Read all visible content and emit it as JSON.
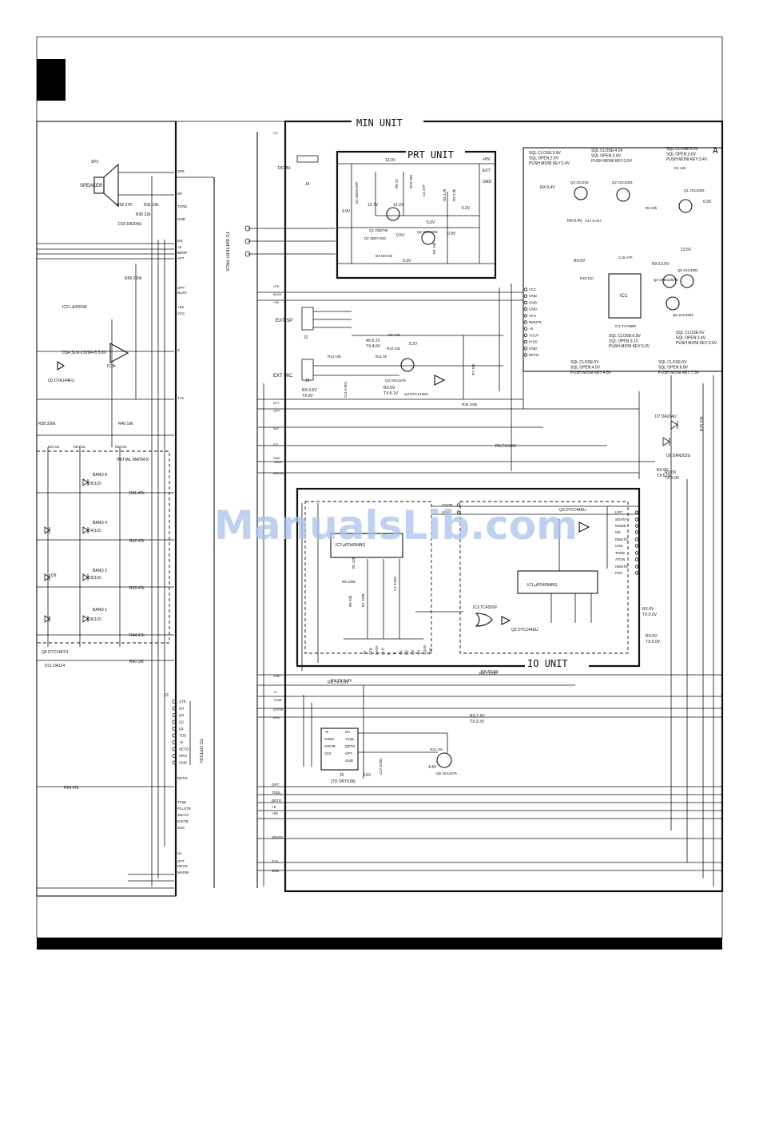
{
  "watermark": "ManualsLib.com",
  "units": {
    "main": "MIN UNIT",
    "prt": "PRT UNIT",
    "io": "IO UNIT",
    "a_mark": "A"
  },
  "left_panel": {
    "speaker": {
      "ref": "SP1",
      "label": "SPEAKER"
    },
    "resistors": [
      "R32 27K",
      "R31 15k",
      "R30 22k",
      "R59 220k",
      "R41 47k",
      "R42 47k",
      "R43 47k",
      "R44 47k",
      "R60 1M",
      "R64 47k",
      "R38 330k",
      "R40 10k"
    ],
    "diodes": [
      "D15 DA204U",
      "DS4 SLM-23VM4-5 5.0V",
      "D11 DA114",
      "D9"
    ],
    "ics": [
      "IC2 LA4391M",
      "IC2b",
      "Q2 DTA144EU",
      "Q5 DTC144TU"
    ],
    "keys": [
      "KEYS1",
      "KEYS2",
      "KEYS3"
    ],
    "matrix": {
      "title": "INITIAL MATRIX",
      "bands": [
        "BAND 8",
        "BAND 4",
        "BAND 2",
        "BAND 1"
      ],
      "diodes": [
        "D5(1/2)",
        "D4(1/2)",
        "D3(1/2)",
        "D6(1/2)"
      ]
    }
  },
  "left_connector_pins": [
    "SPE",
    "SP",
    "TONE",
    "GND",
    "MX",
    "+5",
    "BEMF",
    "AFT",
    "OPT",
    "BUSY",
    "+5S",
    "VCC",
    "S",
    "T+5",
    "DETO",
    "TSQL",
    "PLLSTB",
    "SDATA",
    "IOSTB",
    "SCK",
    "UL",
    "OFT",
    "MFCE",
    "MADIN"
  ],
  "option_connector": {
    "ref": "J1",
    "label": "TO OPTION",
    "pins": [
      "STD",
      "Q4",
      "Q3",
      "Q2",
      "Q1",
      "TOE",
      "+5",
      "DETO",
      "OPO",
      "GND"
    ]
  },
  "prt_unit": {
    "dc_in": "DC IN",
    "jack": "J4",
    "voltages": [
      "13.0V",
      "12.7V",
      "12.2V",
      "9.9V",
      "5.0V",
      "5.2V",
      "0.9V",
      "0.5V",
      "0.3V"
    ],
    "parts": [
      "D1 SB10-03P",
      "Q1 2SB798",
      "D2 SB07-03C",
      "Q2 2SC4081",
      "D3 MA720",
      "R9 27",
      "R10 330",
      "C2 47P",
      "R5 4.7k",
      "R8 2.2k",
      "R1 10k"
    ],
    "pins": [
      "+HV",
      "EXT",
      "GND"
    ]
  },
  "battery_pack": "TO BATTERY PACK",
  "ext_sp": {
    "label": "EXT SP",
    "ref": "J2"
  },
  "ext_mic": {
    "label": "EXT MIC",
    "ref": "J3",
    "levels": [
      "4X:5.1V",
      "TX:4.6V",
      "5.2V",
      "RX:3.6V",
      "TX:0V",
      "RX:0V",
      "TX:5.1V"
    ],
    "parts": [
      "R9 470",
      "R10 10k",
      "R11 2k",
      "Q3 2SA1576",
      "Q4 DTC144EU",
      "R13 10k",
      "C11 0.001",
      "R36 100k",
      "R7 10k"
    ]
  },
  "main_unit_pins": [
    "VCC",
    "GND",
    "GND",
    "GND",
    "AFS",
    "RMUTE",
    "+5",
    "AOUT",
    "8+5S",
    "GND",
    "DETO"
  ],
  "sql_blocks": [
    {
      "title": "SQL CLOSE:3.9V",
      "lines": [
        "SQL OPEN:2.6V",
        "PUSH MONI KEY:2.4V"
      ]
    },
    {
      "title": "SQL CLOSE:4.0V",
      "lines": [
        "SQL OPEN:2.8V",
        "PUSH MONI KEY:2.6V"
      ]
    },
    {
      "title": "SQL CLOSE:5.0V",
      "lines": [
        "SQL OPEN:3.6V",
        "PUSH MONI KEY:3.4V"
      ]
    },
    {
      "title": "SQL CLOSE:0.5V",
      "lines": [
        "SQL OPEN:3.1V",
        "PUSH MONI KEY:3.3V"
      ]
    },
    {
      "title": "SQL CLOSE:0V",
      "lines": [
        "SQL OPEN:4.5V",
        "PUSH MONI KEY:4.8V"
      ]
    },
    {
      "title": "SQL CLOSE:0V",
      "lines": [
        "SQL OPEN:6.8V",
        "PUSH MONI KEY:7.3V"
      ]
    },
    {
      "title": "SQL CLOSE:0V",
      "lines": [
        "SQL OPEN:3.4V",
        "PUSH MONI KEY:3.6V"
      ]
    }
  ],
  "amp_parts": [
    "Q1 2SC4081",
    "Q2 2SC4081",
    "Q3 2SJ106",
    "Q4 2SB1182F5",
    "Q5 2SC4081",
    "Q6 2SC4081",
    "IC1 TA7368F",
    "R4 10k",
    "R6 33k",
    "R20 110",
    "C19 47P",
    "C17 0.047"
  ],
  "amp_levels": [
    "RX:0.4V",
    "RX:0.4V",
    "RX:0V",
    "RX:13.0V",
    "13.5V",
    "0.9V"
  ],
  "io_unit": {
    "ics": [
      "IC2 μPD4094BG",
      "IC1 μPD4094BG",
      "IC3 TC4S01F",
      "Q3 DTC144EU",
      "Q2 DTC144EU"
    ],
    "parts": [
      "R5 100k",
      "R6 33k",
      "R7 150k",
      "R1 22k",
      "C1 0.001"
    ],
    "pins": [
      "IOSTB",
      "SCK",
      "LPC",
      "SDATA",
      "MODE",
      "MX",
      "DMUTE",
      "UNS",
      "TONE",
      "ATON",
      "RMUTE",
      "PSS"
    ],
    "bottom_pins": [
      "+5",
      "STB",
      "DATA",
      "CLK",
      "R",
      "T",
      "Q1",
      "Q2",
      "Q3",
      "Q4",
      "SQLB",
      "TOE"
    ],
    "levels": [
      "RX:0V",
      "TX:5.0V",
      "RX,TX:5.0V",
      "RX,TX:0V",
      "RX:0V",
      "TX:5.0V"
    ]
  },
  "option_j5": {
    "ref": "J5",
    "label": "(TO OPTION)",
    "pins": [
      "+5",
      "TONE",
      "IOSTB",
      "SCK",
      "NC",
      "TSQL",
      "DETO",
      "OPT",
      "GND"
    ],
    "parts": [
      "R31 1M",
      "Q6 2SA1576",
      "C27 0.001"
    ],
    "levels": [
      "3.6V",
      "4.4V",
      "RX:1.5V",
      "TX:3.3V"
    ]
  },
  "right_side_pins": [
    "OPT",
    "TSQL",
    "DETO",
    "+8",
    "+5S",
    "SDATA",
    "T+5",
    "JOG"
  ],
  "misc_levels": [
    "RX:0V",
    "TX:5.0V",
    "RX,TX:5.0V",
    "RX,TX:0V",
    "RX,TX:5.0V",
    "RX:0V",
    "TX:5.0V"
  ],
  "d7_d8": [
    "D7 DA204U",
    "D8 DAN202U",
    "R75 22k"
  ]
}
